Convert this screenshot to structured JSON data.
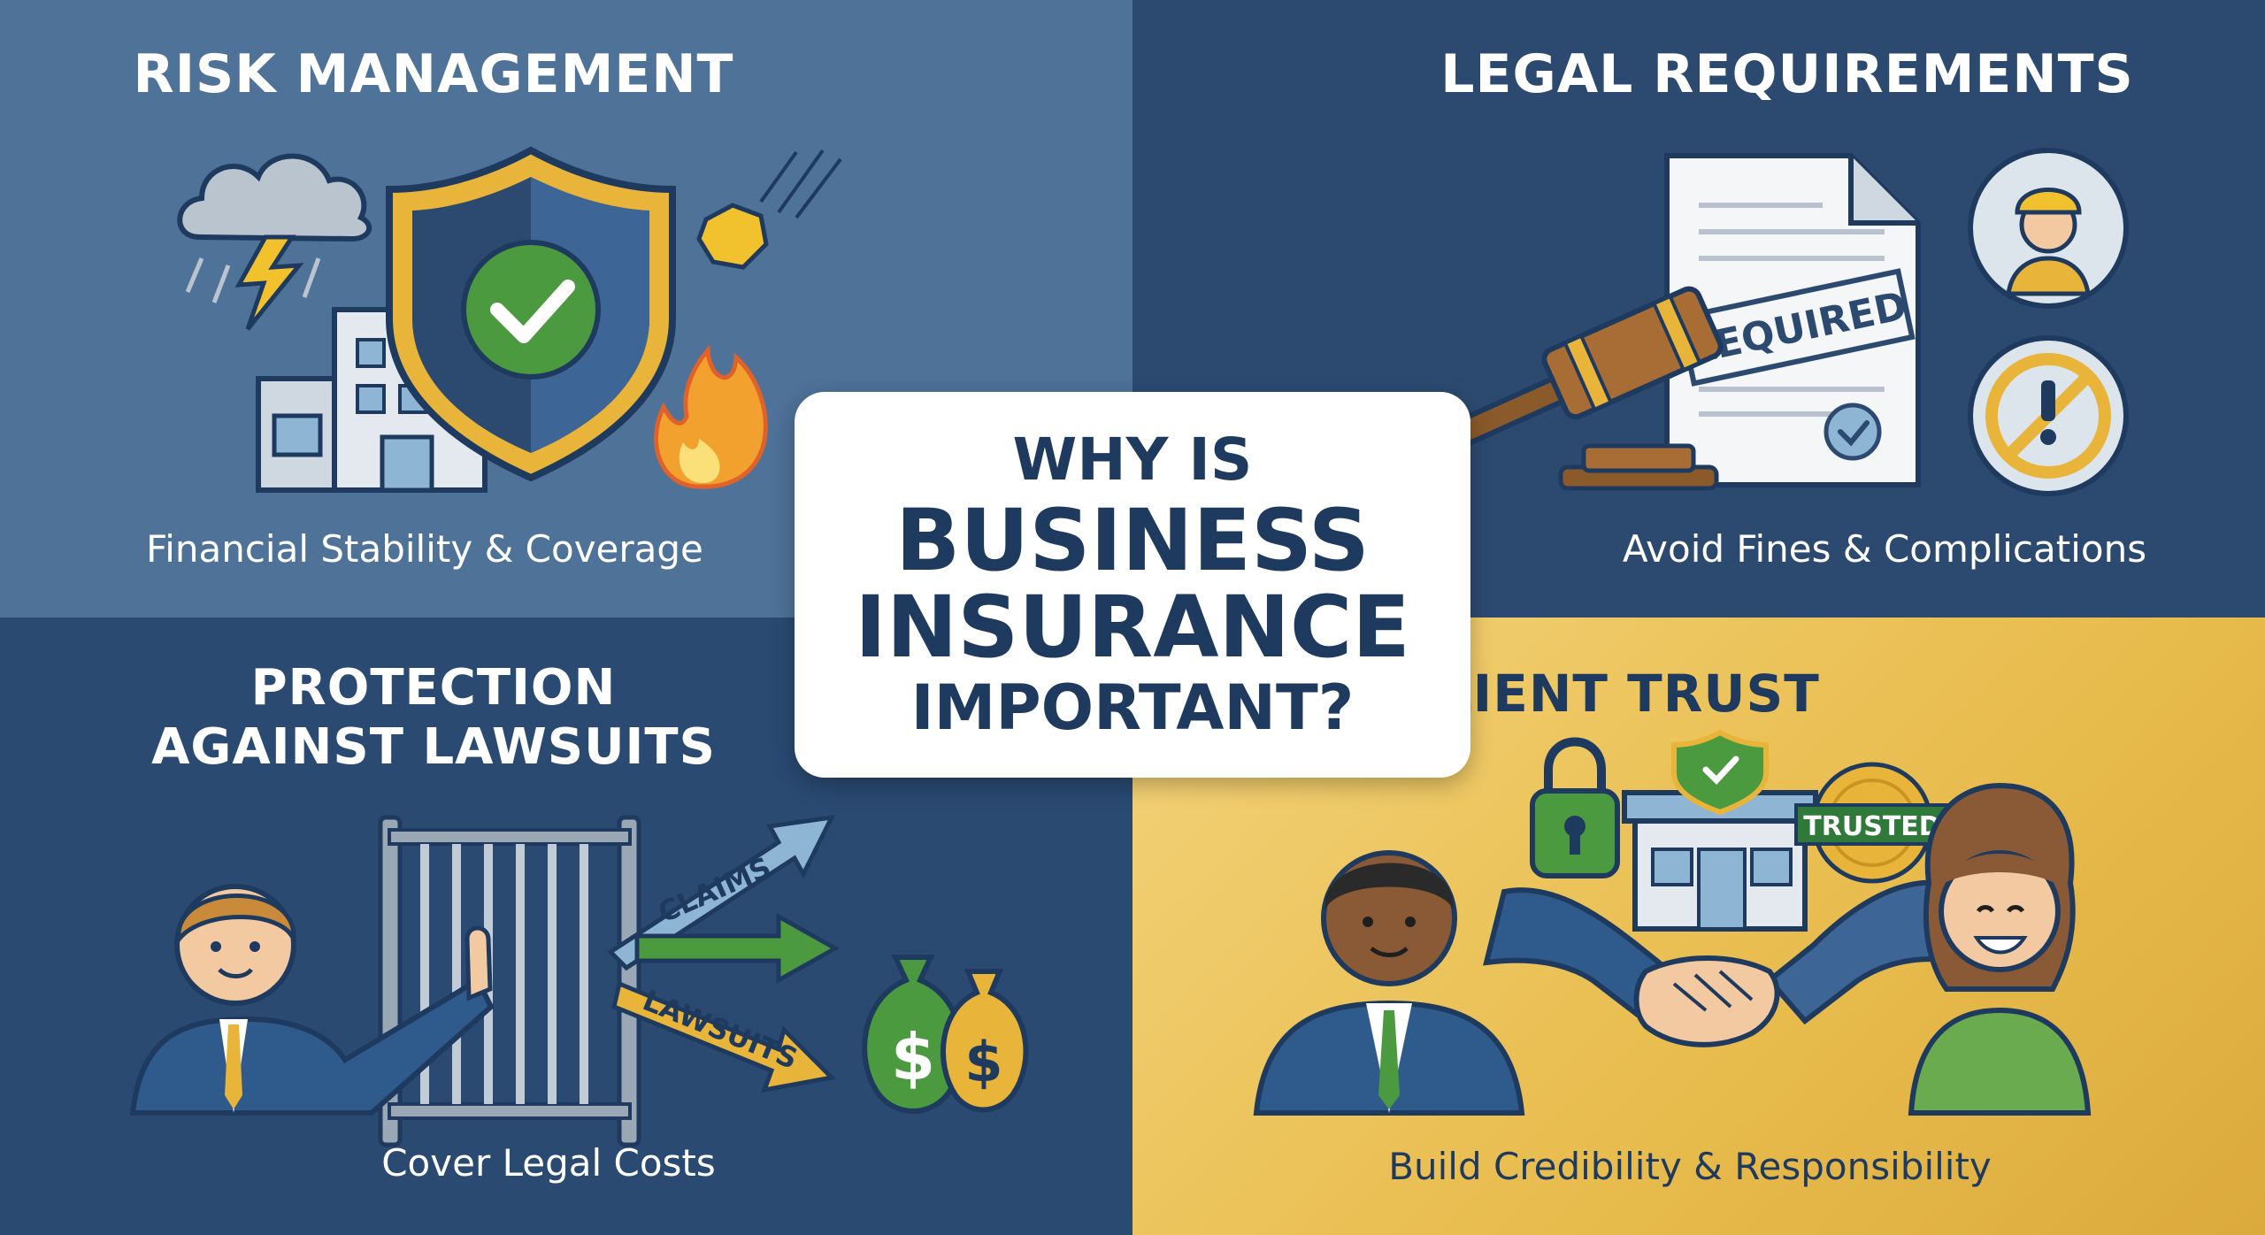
{
  "center": {
    "line1": "WHY IS",
    "line2": "BUSINESS",
    "line3": "INSURANCE",
    "line4": "IMPORTANT?"
  },
  "quadrants": {
    "risk": {
      "title": "RISK MANAGEMENT",
      "caption": "Financial Stability & Coverage"
    },
    "legal": {
      "title": "LEGAL REQUIREMENTS",
      "caption": "Avoid Fines & Complications",
      "stamp": "REQUIRED"
    },
    "lawsuits": {
      "title_line1": "PROTECTION",
      "title_line2": "AGAINST LAWSUITS",
      "caption": "Cover Legal Costs",
      "arrow_claims": "CLAIMS",
      "arrow_lawsuits": "LAWSUITS"
    },
    "trust": {
      "title": "CLIENT TRUST",
      "caption": "Build Credibility & Responsibility",
      "badge": "TRUSTED"
    }
  },
  "icons": [
    "storm-cloud-icon",
    "lightning-icon",
    "office-building-icon",
    "shield-check-icon",
    "falling-rock-icon",
    "fire-icon",
    "document-icon",
    "gavel-icon",
    "worker-icon",
    "prohibited-icon",
    "businessman-icon",
    "barrier-icon",
    "arrow-icon",
    "money-bag-icon",
    "padlock-icon",
    "storefront-icon",
    "trusted-badge-icon",
    "handshake-icon",
    "customer-icon"
  ],
  "colors": {
    "navy": "#1f3a5f",
    "risk_bg": "#4f7299",
    "legal_bg": "#2c4a70",
    "lawsuits_bg": "#2a4a72",
    "trust_bg": "#e9bd4f",
    "gold": "#e8b43a",
    "green": "#4c9a3f"
  }
}
